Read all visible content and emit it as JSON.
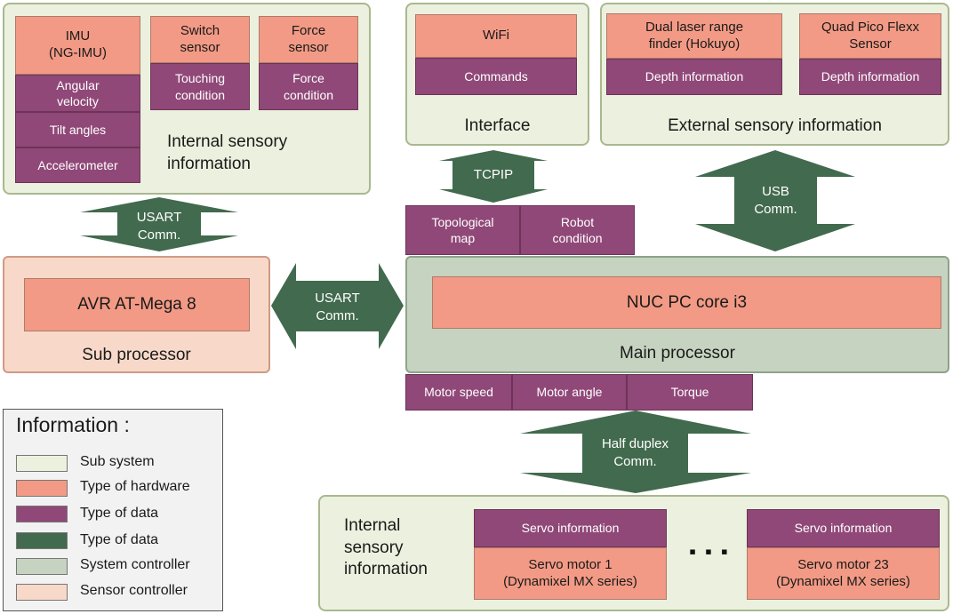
{
  "colors": {
    "sub_system": "#ebf1de",
    "hardware": "#f29a85",
    "data": "#904878",
    "comm": "#426a4e",
    "system_controller": "#c6d3c0",
    "sensor_controller": "#f8d9c9"
  },
  "internal_top": {
    "title": "Internal sensory\ninformation",
    "imu": "IMU\n(NG-IMU)",
    "imu_data": [
      "Angular\nvelocity",
      "Tilt angles",
      "Accelerometer"
    ],
    "switch_sensor": "Switch\nsensor",
    "switch_data": "Touching\ncondition",
    "force_sensor": "Force\nsensor",
    "force_data": "Force\ncondition"
  },
  "interface": {
    "title": "Interface",
    "wifi": "WiFi",
    "wifi_data": "Commands"
  },
  "external": {
    "title": "External sensory information",
    "laser": "Dual laser range\nfinder (Hokuyo)",
    "laser_data": "Depth information",
    "pico": "Quad Pico Flexx\nSensor",
    "pico_data": "Depth information"
  },
  "comms": {
    "usart_top": "USART\nComm.",
    "tcpip": "TCPIP",
    "usb": "USB\nComm.",
    "usart_mid": "USART\nComm.",
    "half_duplex": "Half duplex\nComm."
  },
  "main_inputs": [
    "Topological\nmap",
    "Robot\ncondition"
  ],
  "sub_processor": {
    "title": "Sub processor",
    "chip": "AVR AT-Mega 8"
  },
  "main_processor": {
    "title": "Main processor",
    "chip": "NUC PC core i3"
  },
  "main_outputs": [
    "Motor speed",
    "Motor angle",
    "Torque"
  ],
  "internal_bottom": {
    "title": "Internal\nsensory\ninformation",
    "servo1_data": "Servo information",
    "servo1": "Servo motor 1\n(Dynamixel MX series)",
    "dots": "▪ ▪ ▪",
    "servo23_data": "Servo information",
    "servo23": "Servo motor 23\n(Dynamixel MX series)"
  },
  "legend": {
    "title": "Information :",
    "items": [
      {
        "label": "Sub system",
        "color": "#ebf1de"
      },
      {
        "label": "Type of hardware",
        "color": "#f29a85"
      },
      {
        "label": "Type of data",
        "color": "#904878"
      },
      {
        "label": "Type of data",
        "color": "#426a4e"
      },
      {
        "label": "System controller",
        "color": "#c6d3c0"
      },
      {
        "label": "Sensor controller",
        "color": "#f8d9c9"
      }
    ]
  }
}
